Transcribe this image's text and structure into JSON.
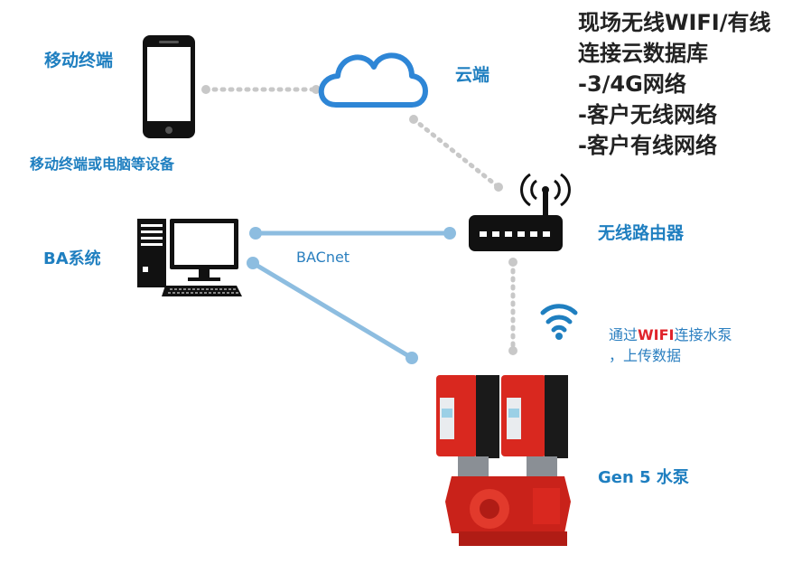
{
  "labels": {
    "mobile_title": "移动终端",
    "mobile_caption": "移动终端或电脑等设备",
    "cloud": "云端",
    "ba_system": "BA系统",
    "bacnet": "BACnet",
    "router": "无线路由器",
    "pump": "Gen 5 水泵"
  },
  "wifi_note": {
    "prefix": "通过",
    "highlight": "WIFI",
    "suffix": "连接水泵",
    "line2": "，上传数据"
  },
  "right_list": [
    "现场无线WIFI/有线",
    "连接云数据库",
    "-3/4G网络",
    "-客户无线网络",
    "-客户有线网络"
  ],
  "icons": [
    "smartphone-icon",
    "cloud-icon",
    "desktop-computer-icon",
    "wifi-router-icon",
    "wifi-signal-icon",
    "pump-image"
  ],
  "colors": {
    "label_blue": "#1f7fc0",
    "cloud_blue": "#2e86d6",
    "wired_line": "#8dbde0",
    "dotted_line": "#c8c8c8",
    "pump_red": "#d9281f",
    "highlight_red": "#e0242b"
  }
}
